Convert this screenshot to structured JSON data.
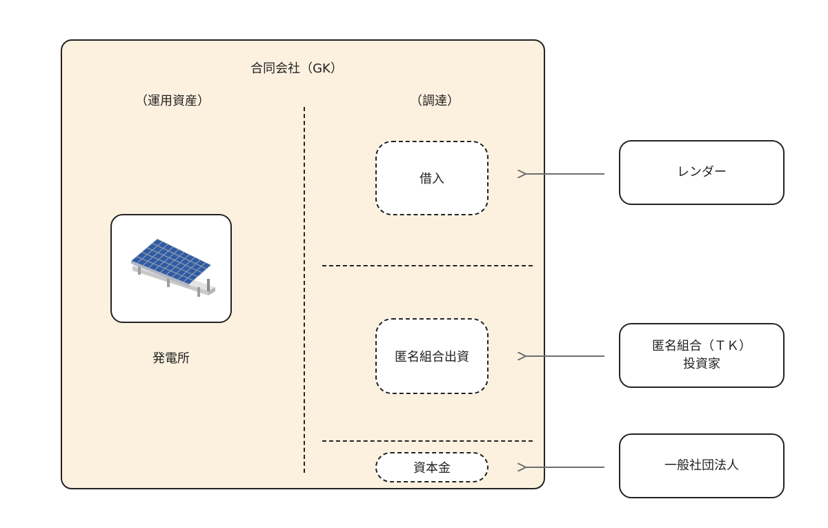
{
  "gk": {
    "title": "合同会社（GK）",
    "assets_heading": "（運用資産）",
    "funding_heading": "（調達）",
    "plant_label": "発電所",
    "plant_icon": "solar-panel-icon"
  },
  "funding": {
    "loan": "借入",
    "tk_investment": "匿名組合出資",
    "capital": "資本金"
  },
  "external": {
    "lender": "レンダー",
    "tk_investor_line1": "匿名組合（ＴＫ）",
    "tk_investor_line2": "投資家",
    "general_association": "一般社団法人"
  },
  "colors": {
    "gk_background": "#fcf1df",
    "border": "#222222",
    "arrow": "#6e6e6e",
    "panel_blue": "#2f5ba5"
  }
}
